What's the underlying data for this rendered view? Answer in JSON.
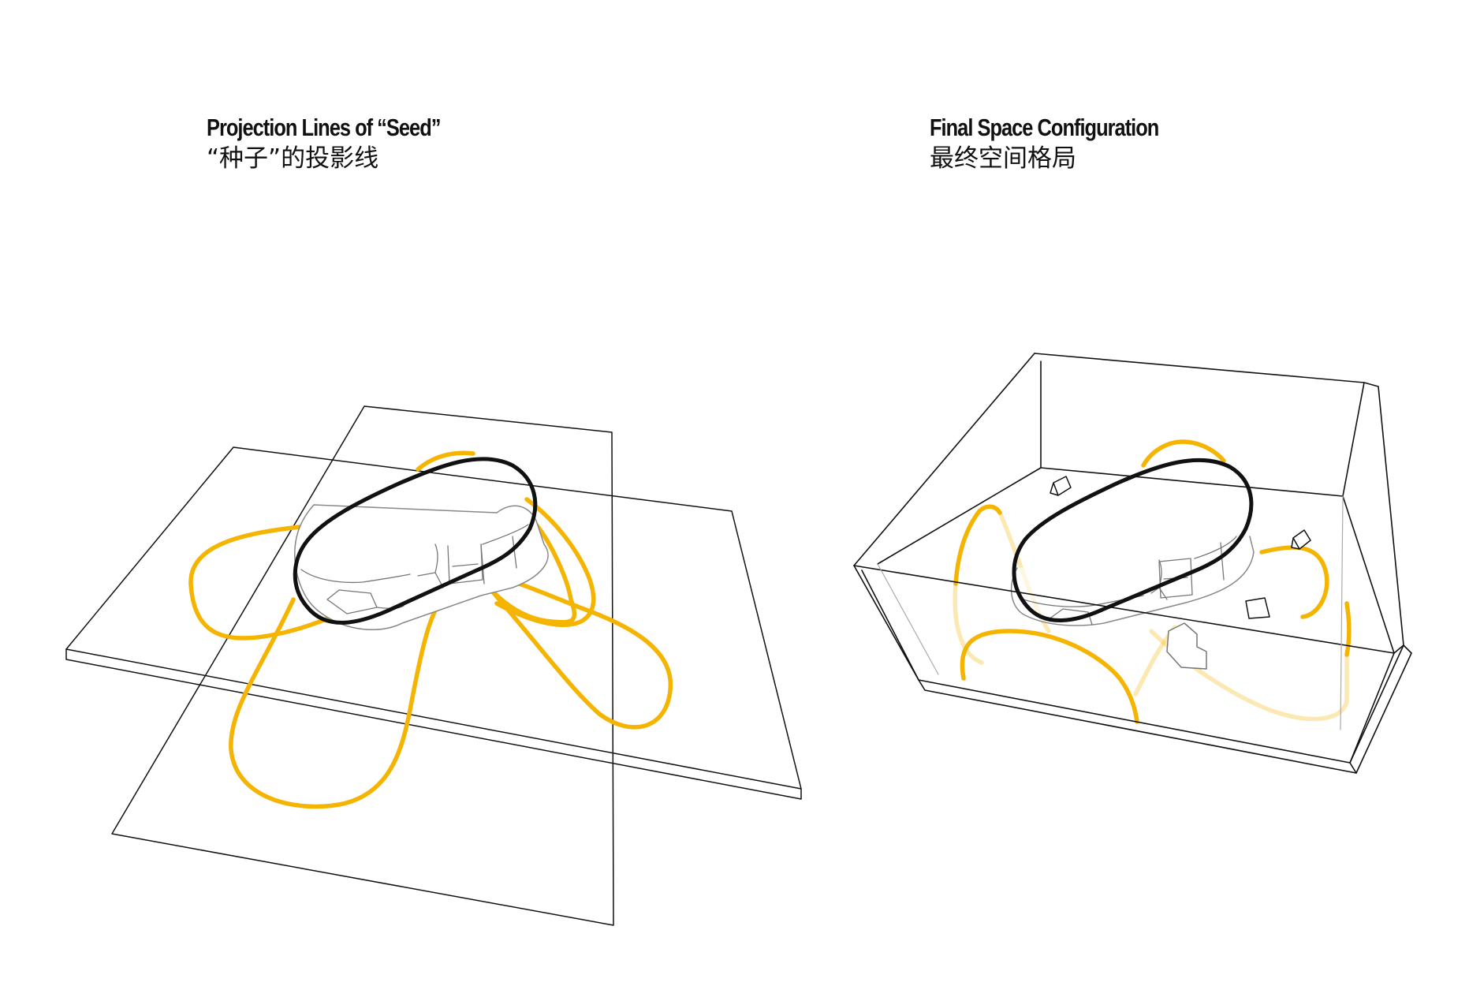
{
  "panels": [
    {
      "title_en": "Projection Lines of “Seed”",
      "title_zh": "“种子”的投影线"
    },
    {
      "title_en": "Final Space Configuration",
      "title_zh": "最终空间格局"
    }
  ],
  "colors": {
    "projection_line": "#f5b400",
    "outline": "#111111",
    "background": "#ffffff"
  }
}
